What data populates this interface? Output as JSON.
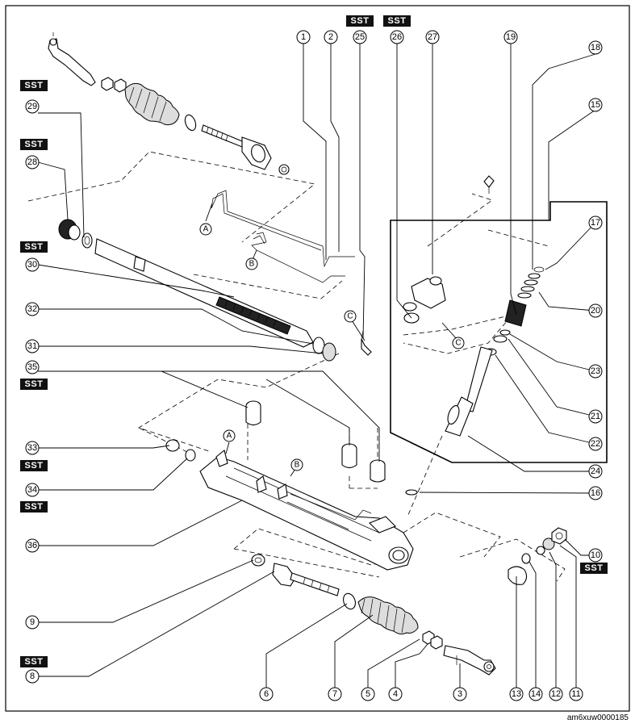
{
  "diagram": {
    "sst_label": "SST",
    "footer_code": "am6xuw0000185",
    "callouts": [
      "1",
      "2",
      "3",
      "4",
      "5",
      "6",
      "7",
      "8",
      "9",
      "10",
      "11",
      "12",
      "13",
      "14",
      "15",
      "16",
      "17",
      "18",
      "19",
      "20",
      "21",
      "22",
      "23",
      "24",
      "25",
      "26",
      "27",
      "28",
      "29",
      "30",
      "31",
      "32",
      "33",
      "34",
      "35",
      "36"
    ],
    "letters": [
      "A",
      "B",
      "C"
    ]
  }
}
